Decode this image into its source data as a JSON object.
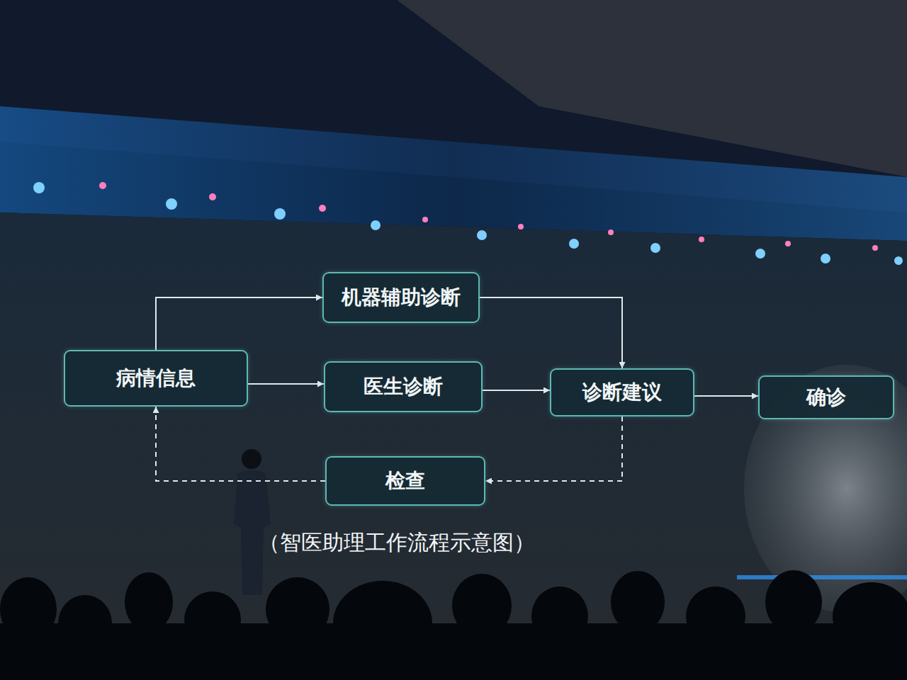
{
  "diagram": {
    "caption": "（智医助理工作流程示意图）",
    "nodes": [
      {
        "text": [
          "机器辅助诊断"
        ]
      },
      {
        "text": [
          "病情信息"
        ]
      },
      {
        "text": [
          "医生诊断"
        ]
      },
      {
        "text": [
          "诊断建议"
        ]
      },
      {
        "text": [
          "确诊"
        ]
      },
      {
        "text": [
          "检查"
        ]
      }
    ],
    "edges": [
      {
        "from": 1,
        "to": 0,
        "arrow": "to"
      },
      {
        "from": 1,
        "to": 2,
        "arrow": "to"
      },
      {
        "from": 0,
        "to": 3,
        "arrow": "to"
      },
      {
        "from": 2,
        "to": 3,
        "arrow": "to"
      },
      {
        "from": 3,
        "to": 4,
        "arrow": "to"
      },
      {
        "from": 3,
        "to": 5,
        "arrow": "to"
      },
      {
        "from": 5,
        "to": 1,
        "arrow": "to"
      }
    ]
  }
}
